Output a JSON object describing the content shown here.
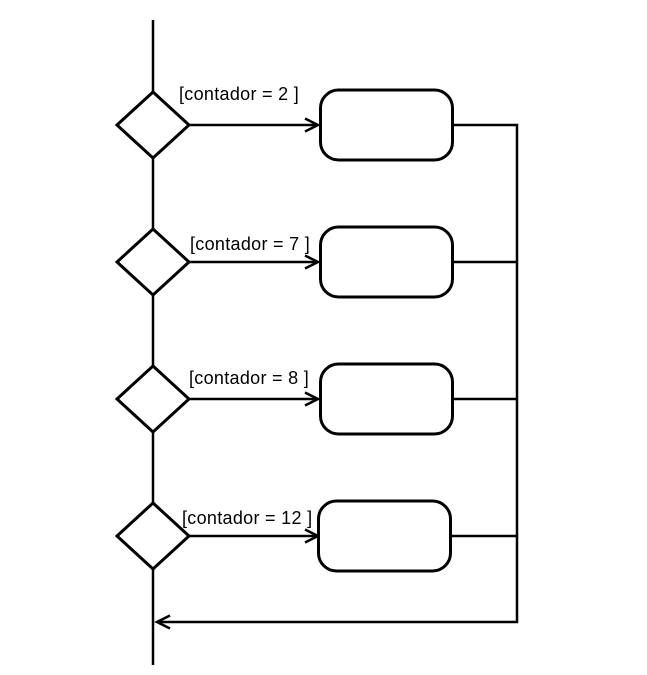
{
  "diagram": {
    "kind": "uml-activity-decision-chain",
    "background_color": "#ffffff",
    "line_color": "#000000",
    "node_fill_color": "#ffffff",
    "branches": [
      {
        "guard": "[contador = 2 ]"
      },
      {
        "guard": "[contador = 7 ]"
      },
      {
        "guard": "[contador = 8 ]"
      },
      {
        "guard": "[contador = 12 ]"
      }
    ]
  }
}
